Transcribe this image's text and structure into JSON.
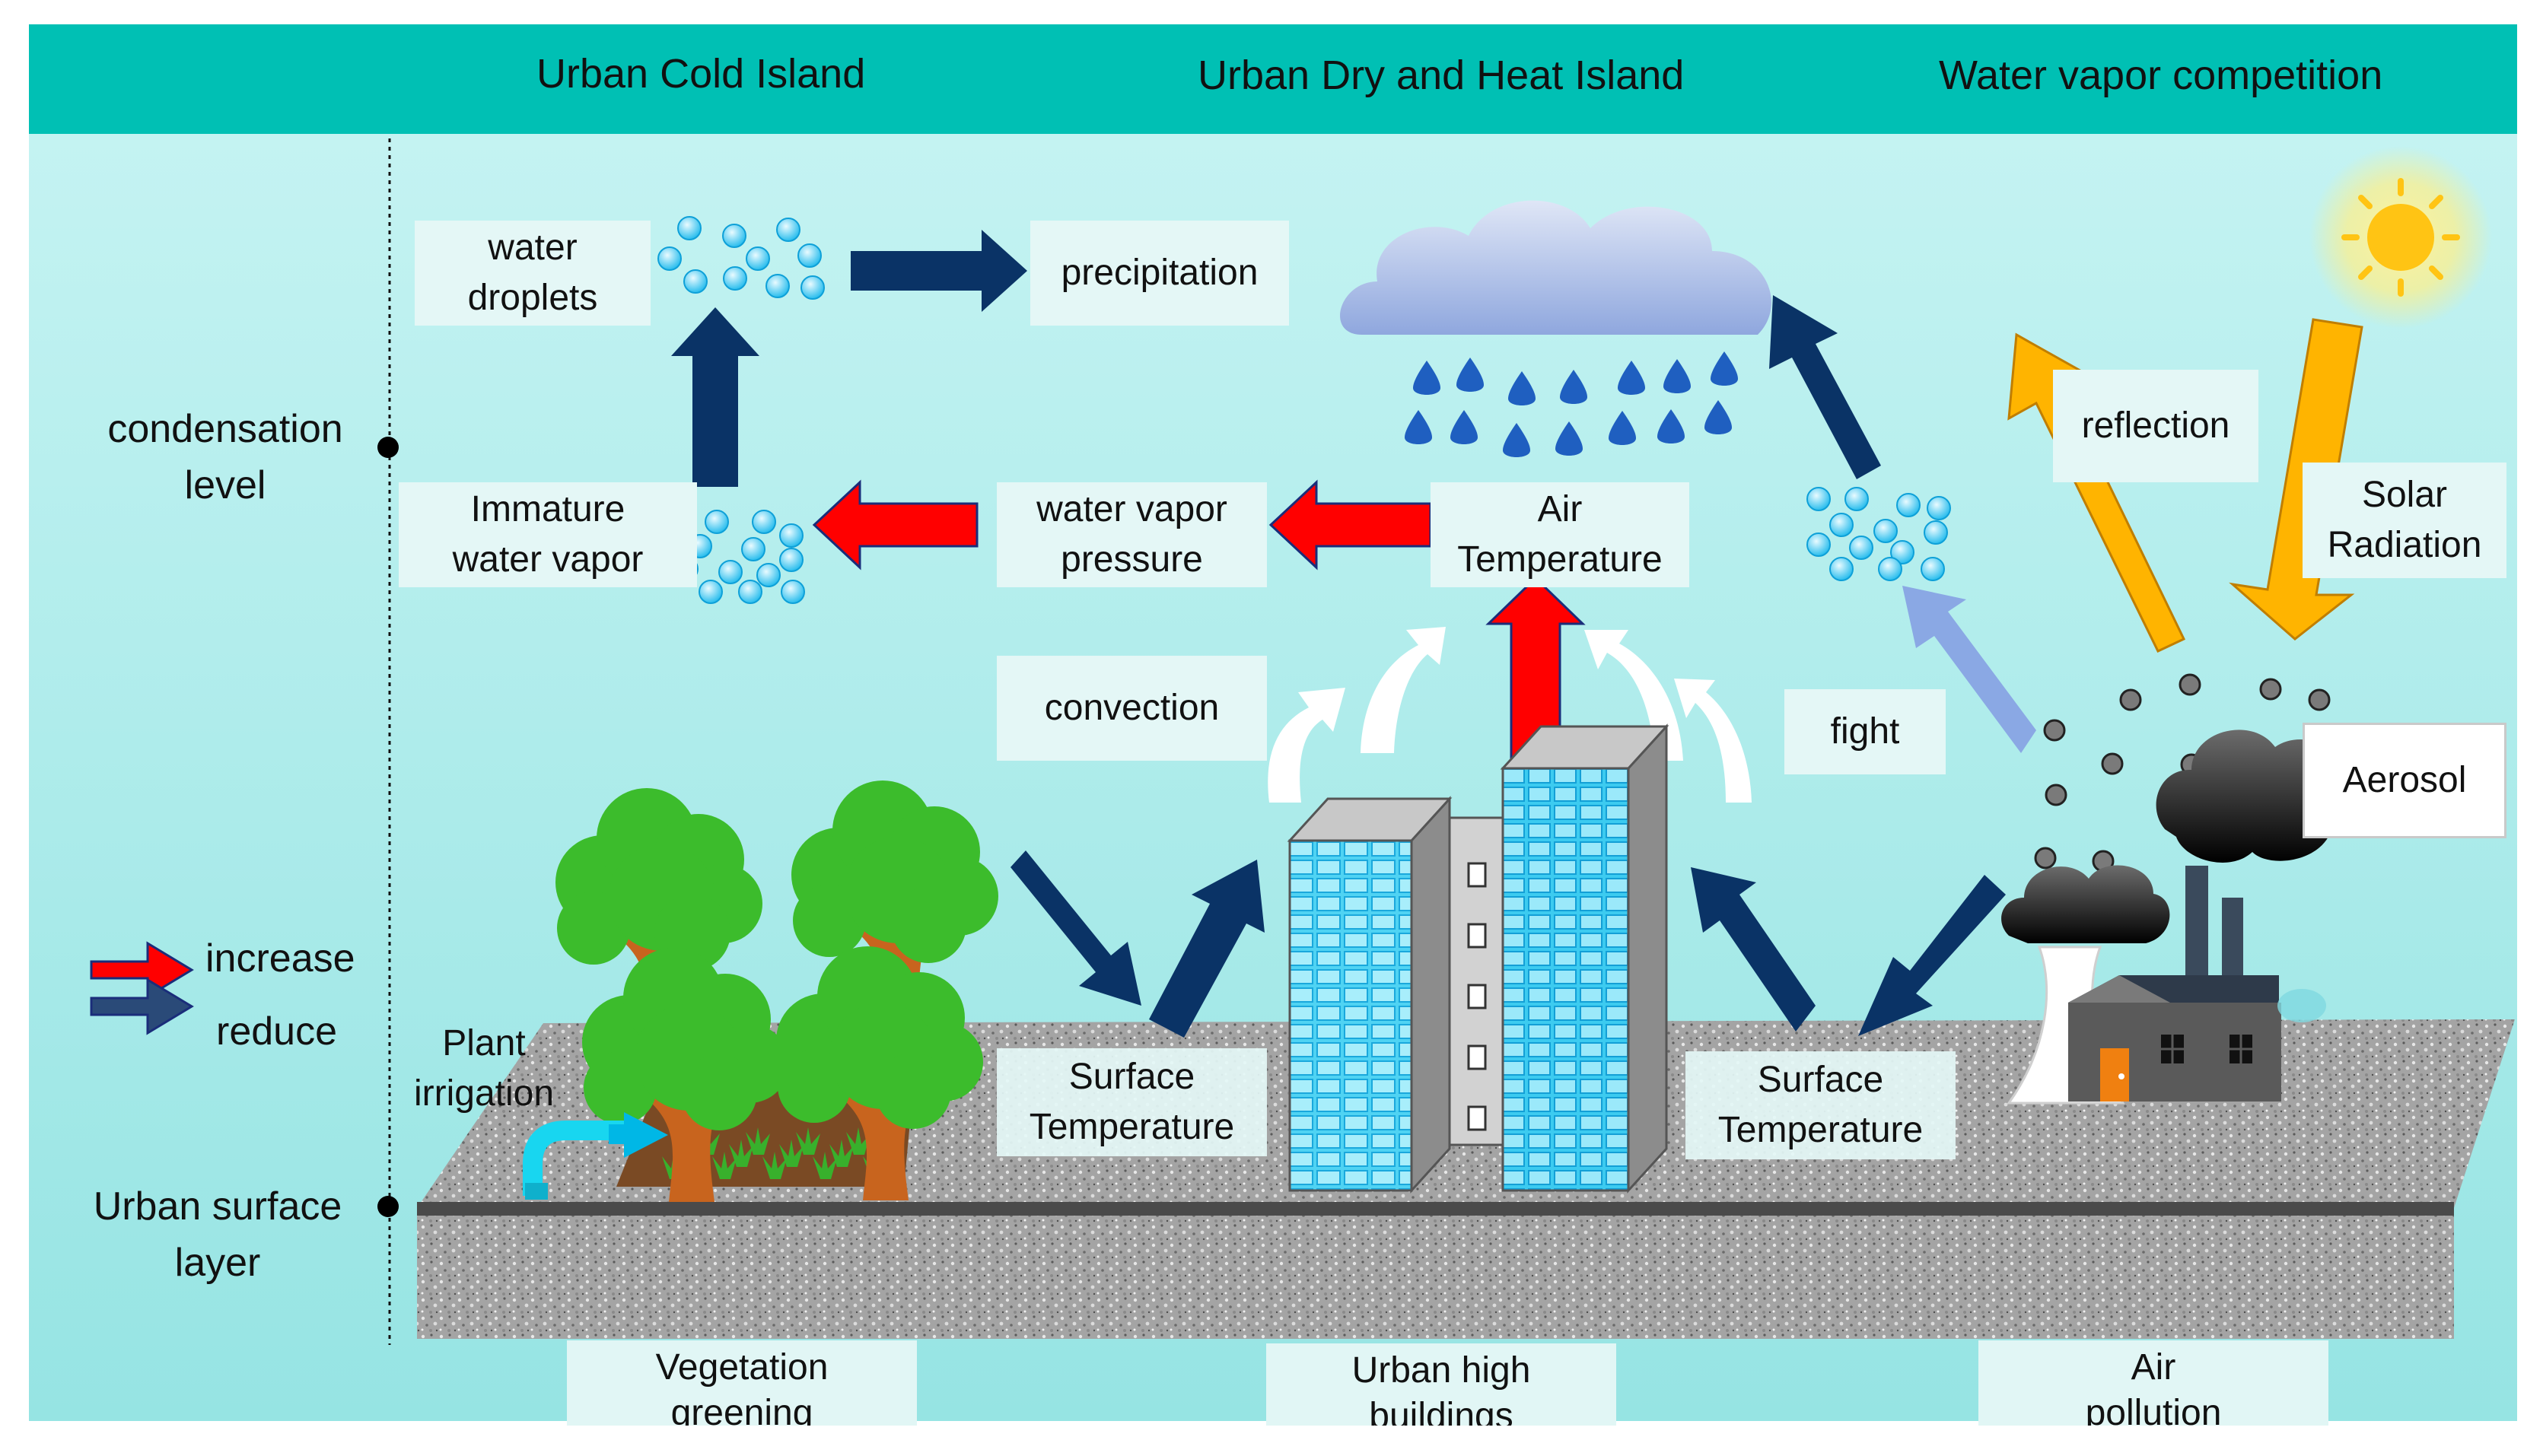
{
  "colors": {
    "header_bg": "#00c0b4",
    "sky_top": "#b8f0ef",
    "sky_bottom": "#9ce6e5",
    "increase_arrow": "#ff0000",
    "reduce_arrow": "#0a3366",
    "solar_arrow": "#ffb400",
    "fight_arrow": "#8aa8e4",
    "droplet": "#35c8f0",
    "raindrop": "#1f5fc0",
    "ground": "#9a9a9a",
    "tree": "#3cbc2c",
    "trunk": "#c8641e"
  },
  "header": {
    "cold_island": "Urban Cold Island",
    "dry_heat_island": "Urban Dry and Heat Island",
    "vapor_competition": "Water vapor competition"
  },
  "levels": {
    "condensation": "condensation\nlevel",
    "surface": "Urban surface\nlayer"
  },
  "legend": {
    "increase": "increase",
    "reduce": "reduce"
  },
  "labels": {
    "water_droplets": "water\ndroplets",
    "precipitation": "precipitation",
    "immature_vapor": "Immature\nwater vapor",
    "vapor_pressure": "water vapor\npressure",
    "air_temperature": "Air\nTemperature",
    "convection": "convection",
    "fight": "fight",
    "reflection": "reflection",
    "solar_radiation": "Solar\nRadiation",
    "aerosol": "Aerosol",
    "plant_irrigation": "Plant\nirrigation",
    "surface_temp_left": "Surface\nTemperature",
    "surface_temp_right": "Surface\nTemperature"
  },
  "bottom": {
    "vegetation": "Vegetation\ngreening",
    "buildings": "Urban high\nbuildings",
    "pollution": "Air\npollution"
  },
  "icons": [
    "sun-icon",
    "cloud-icon",
    "raindrop-icon",
    "droplet-icon",
    "tree-icon",
    "building-icon",
    "factory-icon",
    "smoke-icon",
    "aerosol-particle-icon",
    "irrigation-pipe-icon"
  ]
}
